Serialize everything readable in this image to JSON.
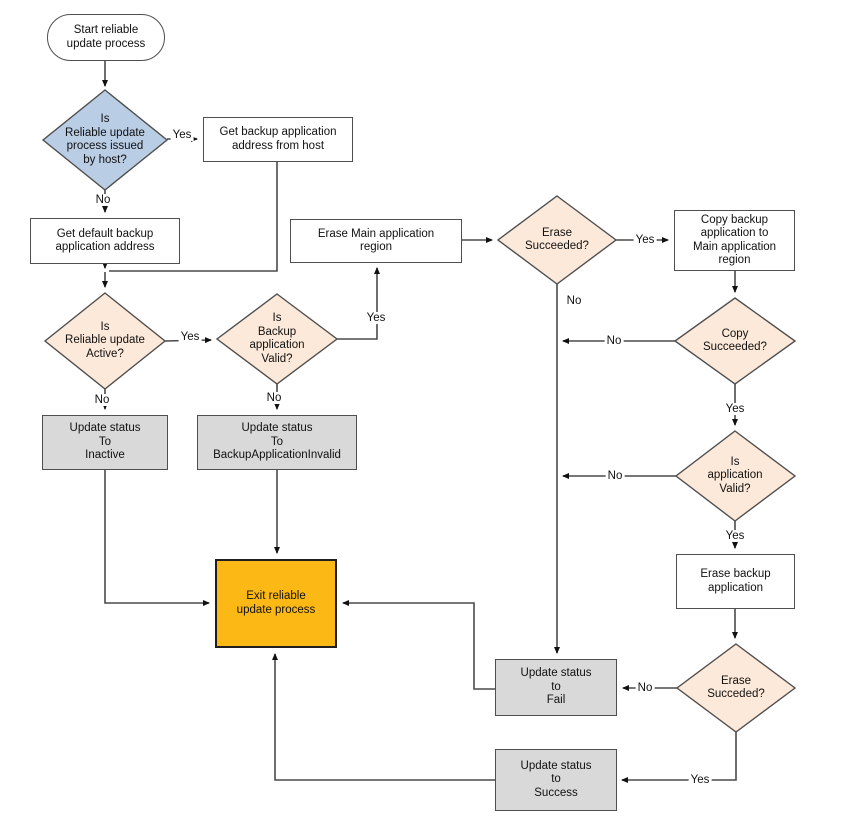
{
  "diagram_type": "flowchart",
  "labels": {
    "yes": "Yes",
    "no": "No"
  },
  "colors": {
    "decision_host_fill": "#b9cde5",
    "decision_fill": "#fde9d9",
    "status_fill": "#d9d9d9",
    "exit_fill": "#fcb814",
    "process_fill": "#ffffff",
    "node_border": "#4f4f4f",
    "exit_border": "#1f1f1f",
    "line_color": "#4a4a4a",
    "text_color": "#111111"
  },
  "nodes": {
    "start": "Start reliable\nupdate process",
    "is_host_issued": "Is\nReliable update\nprocess issued\nby host?",
    "get_backup_address": "Get backup application\naddress from host",
    "get_default_address": "Get default backup\napplication address",
    "is_update_active": "Is\nReliable update\nActive?",
    "is_backup_valid": "Is\nBackup\napplication\nValid?",
    "erase_main_region": "Erase Main application\nregion",
    "erase_succeeded": "Erase\nSucceeded?",
    "copy_backup": "Copy backup\napplication to\nMain application\nregion",
    "copy_succeeded": "Copy\nSucceeded?",
    "is_application_valid": "Is\napplication\nValid?",
    "erase_backup": "Erase backup\napplication",
    "erase_succeded_2": "Erase\nSucceded?",
    "status_inactive": "Update status\nTo\nInactive",
    "status_backup_invalid": "Update status\nTo\nBackupApplicationInvalid",
    "status_fail": "Update status\nto\nFail",
    "status_success": "Update status\nto\nSuccess",
    "exit": "Exit reliable\nupdate process"
  }
}
